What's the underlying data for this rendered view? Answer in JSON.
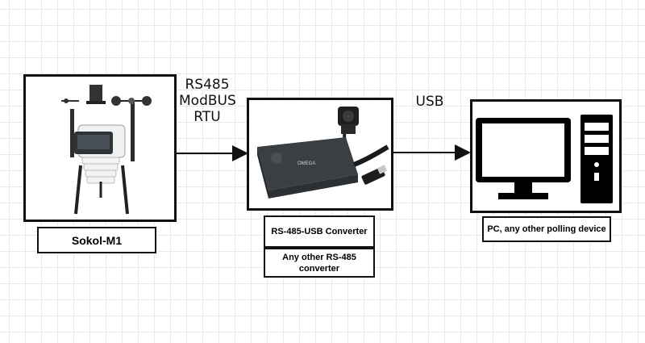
{
  "nodes": {
    "sensor": {
      "label": "Sokol-M1"
    },
    "converter": {
      "label": "RS-485-USB Converter",
      "alt_label": "Any other RS-485 converter",
      "device_text": "OMEGA"
    },
    "pc": {
      "label": "PC, any other polling device"
    }
  },
  "edges": {
    "sensor_to_converter": {
      "line1": "RS485",
      "line2": "ModBUS",
      "line3": "RTU"
    },
    "converter_to_pc": {
      "label": "USB"
    }
  },
  "colors": {
    "line": "#111111",
    "grid": "#e9e9e9",
    "device_body": "#3a3f44",
    "screen": "#ffffff"
  }
}
